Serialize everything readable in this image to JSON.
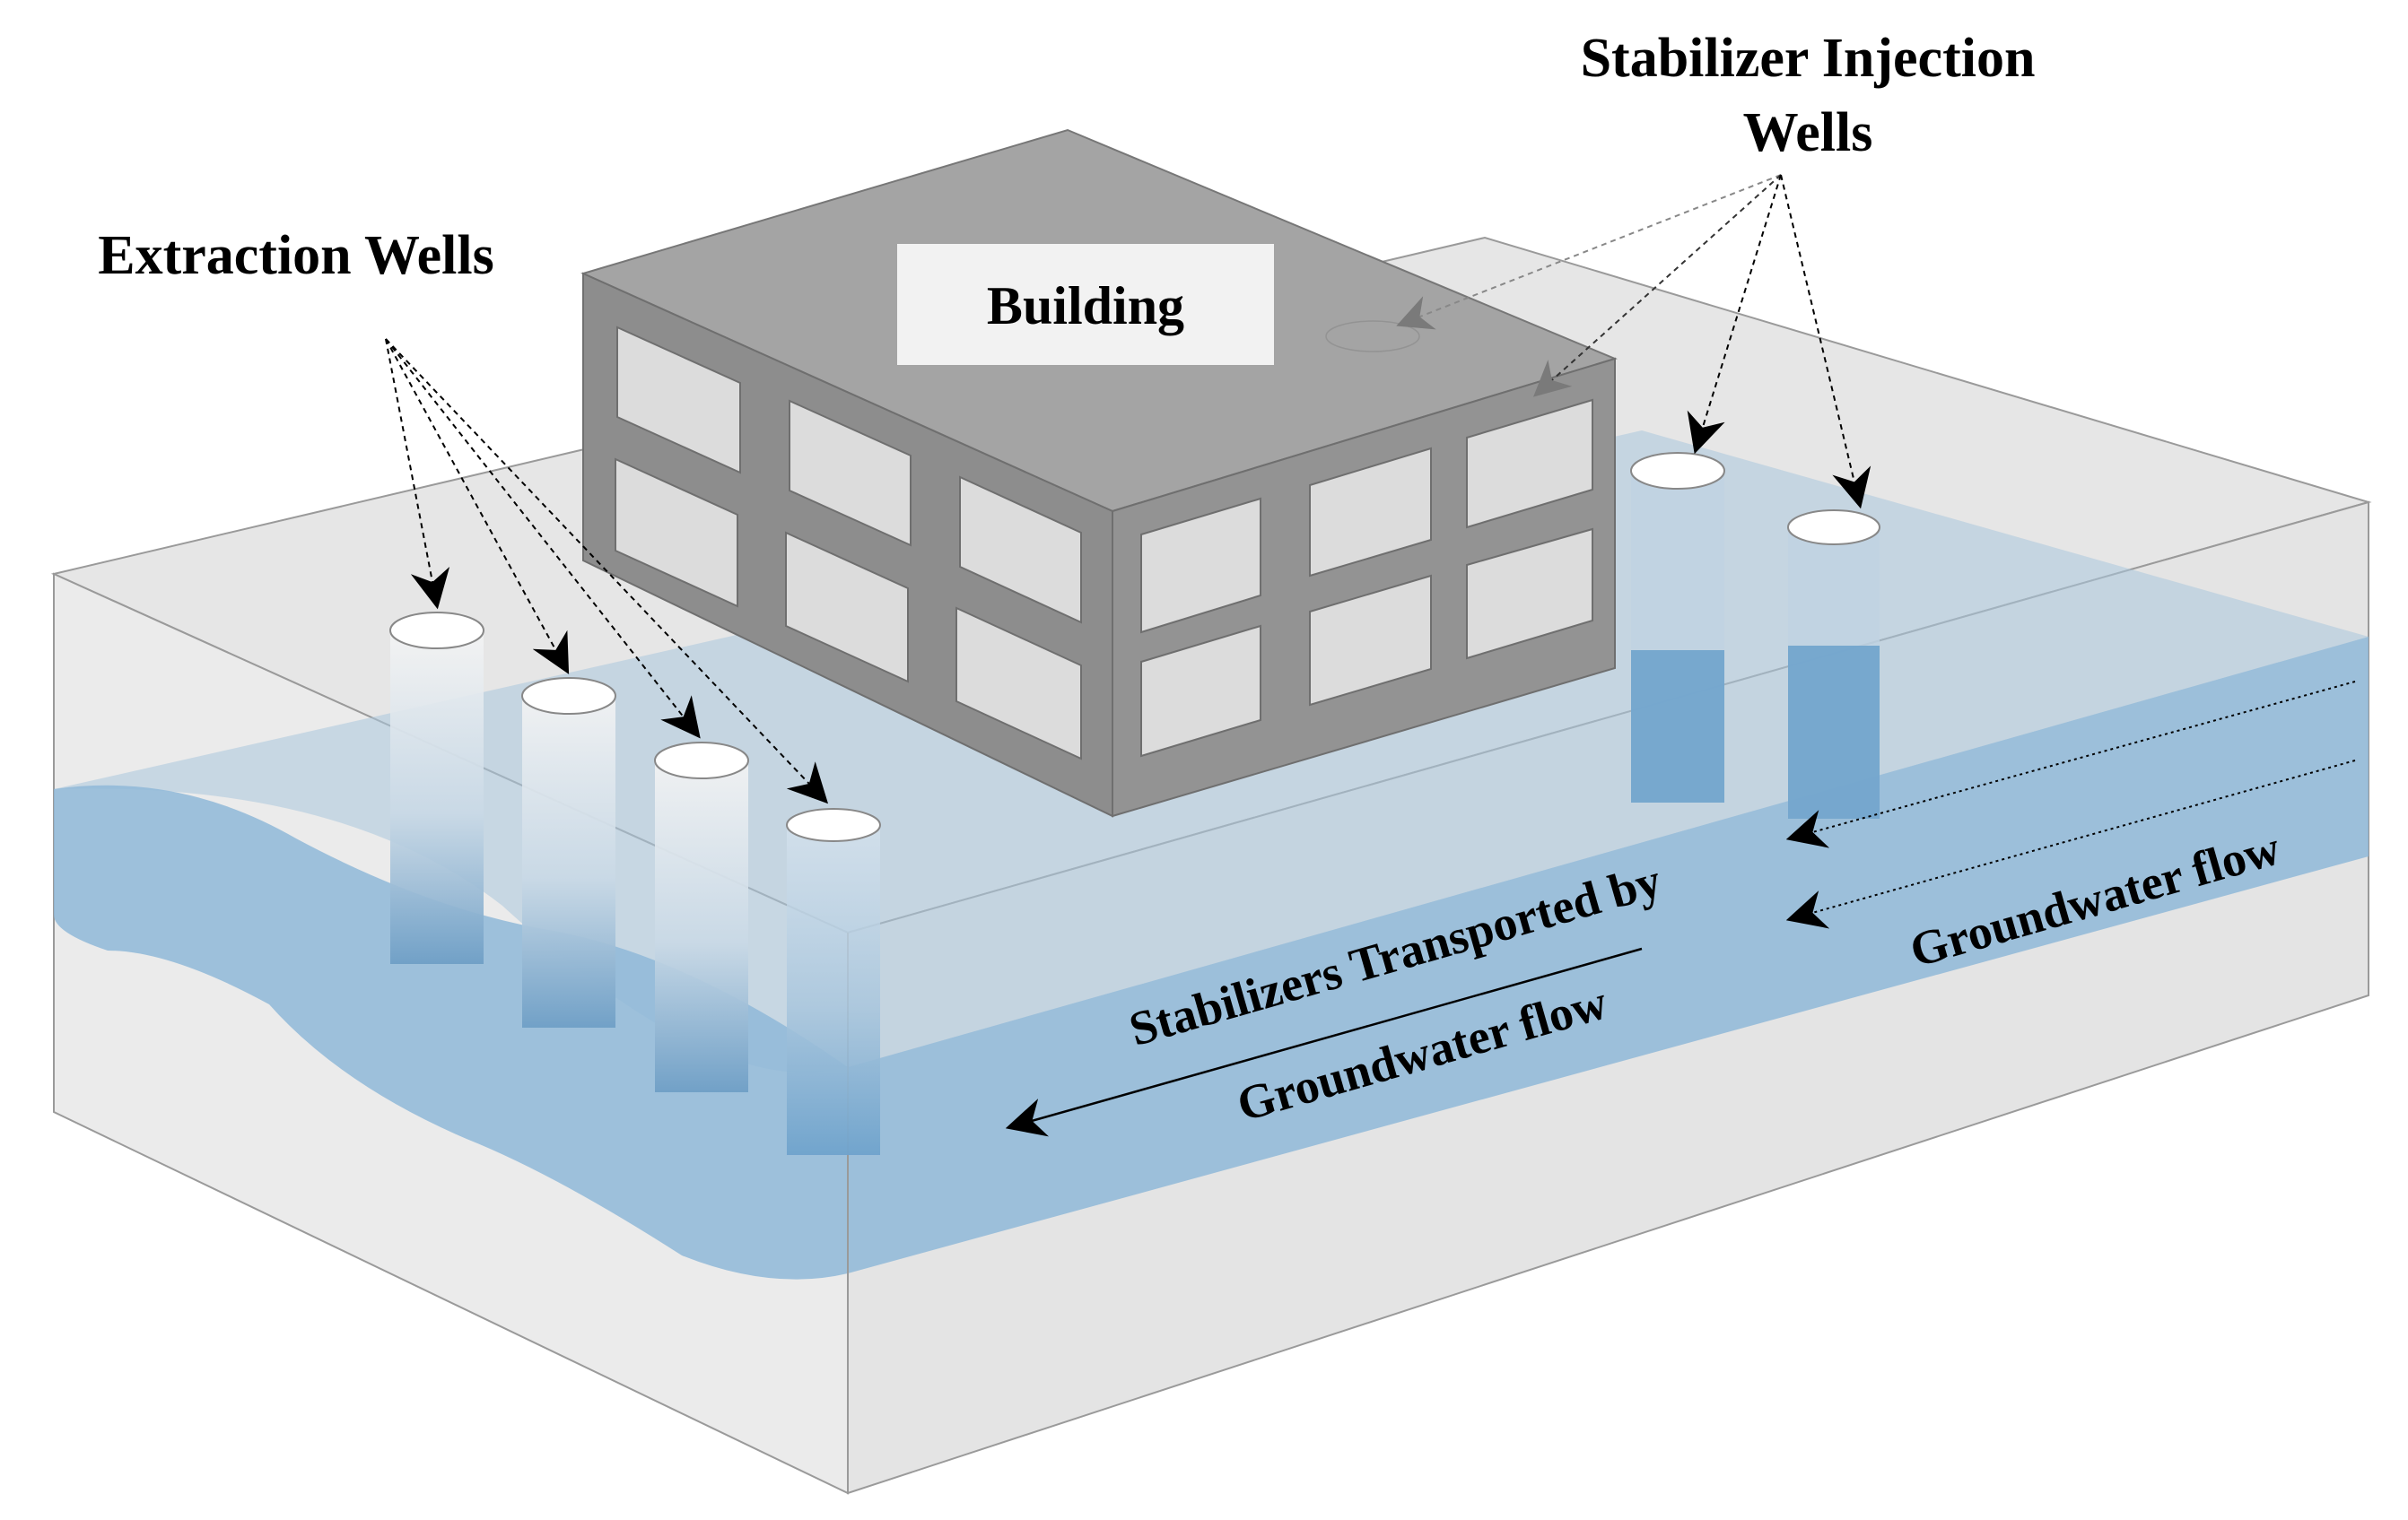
{
  "labels": {
    "extraction_wells": "Extraction Wells",
    "injection_wells_line1": "Stabilizer Injection",
    "injection_wells_line2": "Wells",
    "building": "Building",
    "transport_line1": "Stabilizers Transported by",
    "transport_line2": "Groundwater flow",
    "groundwater_flow": "Groundwater flow"
  },
  "colors": {
    "soil_top": "#e6e6e6",
    "soil_side": "#e8e8e8",
    "water": "#8fb8d8",
    "building_top": "#a3a3a3",
    "building_front": "#8c8c8c",
    "building_window": "#dcdcdc",
    "well_blue": "#6fa3cc"
  },
  "icons": {
    "arrow_style": "dashed-pointer-arrow",
    "flow_arrow_style": "dotted-flow-arrow"
  }
}
